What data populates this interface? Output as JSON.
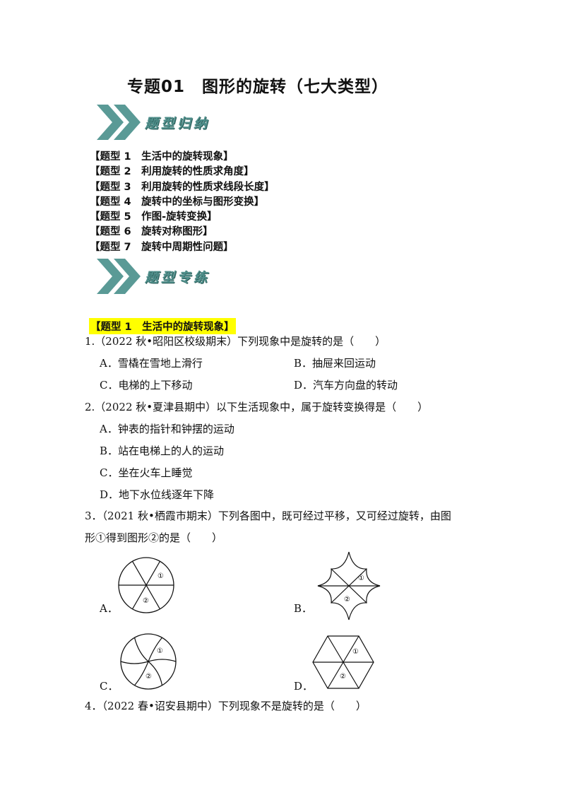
{
  "title": "专题01　图形的旋转（七大类型）",
  "banners": {
    "summary": "题型归纳",
    "practice": "题型专练"
  },
  "toc": [
    "【题型 1　生活中的旋转现象】",
    "【题型 2　利用旋转的性质求角度】",
    "【题型 3　利用旋转的性质求线段长度】",
    "【题型 4　旋转中的坐标与图形变换】",
    "【题型 5　作图-旋转变换】",
    "【题型 6　旋转对称图形】",
    "【题型 7　旋转中周期性问题】"
  ],
  "section_heading": "【题型 1　生活中的旋转现象】",
  "questions": [
    {
      "stem": "1.（2022 秋•昭阳区校级期末）下列现象中是旋转的是（　　）",
      "options": [
        "A．雪橇在雪地上滑行",
        "B．抽屉来回运动",
        "C．电梯的上下移动",
        "D．汽车方向盘的转动"
      ]
    },
    {
      "stem": "2.（2022 秋•夏津县期中）以下生活现象中，属于旋转变换得是（　　）",
      "options": [
        "A．钟表的指针和钟摆的运动",
        "B．站在电梯上的人的运动",
        "C．坐在火车上睡觉",
        "D．地下水位线逐年下降"
      ]
    },
    {
      "stem_line1": "3．（2021 秋•栖霞市期末）下列各图中，既可经过平移，又可经过旋转，由图",
      "stem_line2": "形①得到图形②的是（　　）",
      "options": [
        "A．",
        "B．",
        "C．",
        "D．"
      ],
      "marks": {
        "one": "①",
        "two": "②"
      }
    },
    {
      "stem": "4．（2022 春•诏安县期中）下列现象不是旋转的是（　　）"
    }
  ]
}
